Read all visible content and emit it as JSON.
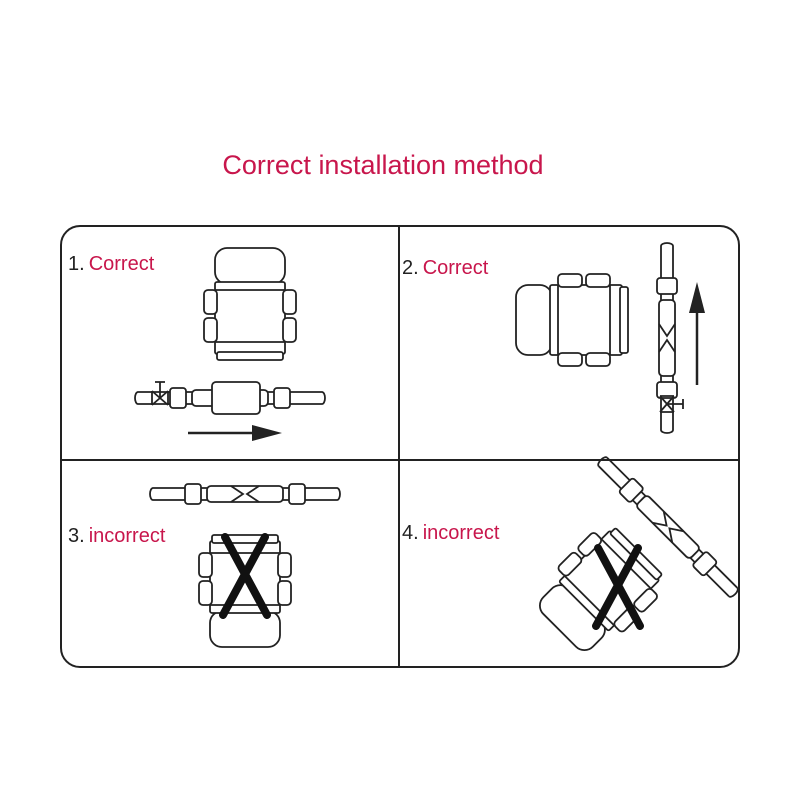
{
  "title": "Correct installation method",
  "panels": [
    {
      "number": "1.",
      "label": "Correct"
    },
    {
      "number": "2.",
      "label": "Correct"
    },
    {
      "number": "3.",
      "label": "incorrect"
    },
    {
      "number": "4.",
      "label": "incorrect"
    }
  ],
  "colors": {
    "accent": "#c8164c",
    "line": "#222222"
  }
}
